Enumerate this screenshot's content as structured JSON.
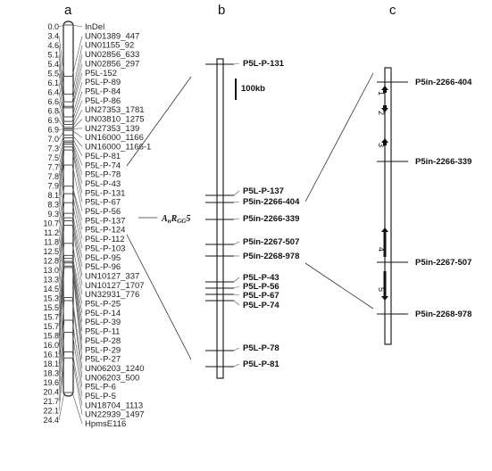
{
  "panels": {
    "a": "a",
    "b": "b",
    "c": "c"
  },
  "panel_a": {
    "positions": [
      "0.0",
      "3.4",
      "4.6",
      "5.1",
      "5.4",
      "5.5",
      "6.1",
      "6.4",
      "6.6",
      "6.8",
      "6.9",
      "6.9",
      "7.0",
      "7.3",
      "7.5",
      "7.7",
      "7.8",
      "7.9",
      "8.1",
      "8.3",
      "9.3",
      "10.7",
      "11.2",
      "11.8",
      "12.5",
      "12.8",
      "13.0",
      "13.3",
      "14.5",
      "15.3",
      "15.5",
      "15.7",
      "15.7",
      "15.8",
      "16.0",
      "16.1",
      "18.1",
      "18.3",
      "19.6",
      "20.4",
      "21.7",
      "22.1",
      "24.4"
    ],
    "markers": [
      "InDel",
      "UN01389_447",
      "UN01155_92",
      "UN02856_633",
      "UN02856_297",
      "P5L-152",
      "P5L-P-89",
      "P5L-P-84",
      "P5L-P-86",
      "UN27353_1781",
      "UN03810_1275",
      "UN27353_139",
      "UN16000_1166",
      "UN16000_1166-1",
      "P5L-P-81",
      "P5L-P-74",
      "P5L-P-78",
      "P5L-P-43",
      "P5L-P-131",
      "P5L-P-67",
      "P5L-P-56",
      "P5L-P-137",
      "P5L-P-124",
      "P5L-P-112",
      "P5L-P-103",
      "P5L-P-95",
      "P5L-P-96",
      "UN10127_337",
      "UN10127_1707",
      "UN32931_776",
      "P5L-P-25",
      "P5L-P-14",
      "P5L-P-39",
      "P5L-P-11",
      "P5L-P-28",
      "P5L-P-29",
      "P5L-P-27",
      "UN06203_1240",
      "UN06203_500",
      "P5L-P-6",
      "P5L-P-5",
      "UN18704_1113",
      "UN22939_1497",
      "HpmsE116"
    ],
    "qtl_prefix": "A",
    "qtl_sub1": "n",
    "qtl_mid": "R",
    "qtl_sub2": "GG",
    "qtl_num": "5"
  },
  "panel_b": {
    "scale_label": "100kb",
    "markers": [
      "P5L-P-131",
      "P5L-P-137",
      "P5in-2266-404",
      "P5in-2266-339",
      "P5in-2267-507",
      "P5in-2268-978",
      "P5L-P-43",
      "P5L-P-56",
      "P5L-P-67",
      "P5L-P-74",
      "P5L-P-78",
      "P5L-P-81"
    ]
  },
  "panel_c": {
    "markers": [
      "P5in-2266-404",
      "P5in-2266-339",
      "P5in-2267-507",
      "P5in-2268-978"
    ],
    "genes": [
      "1",
      "2",
      "3",
      "4",
      "5"
    ]
  },
  "colors": {
    "ink": "#111111",
    "line": "#333333",
    "background": "#ffffff"
  }
}
